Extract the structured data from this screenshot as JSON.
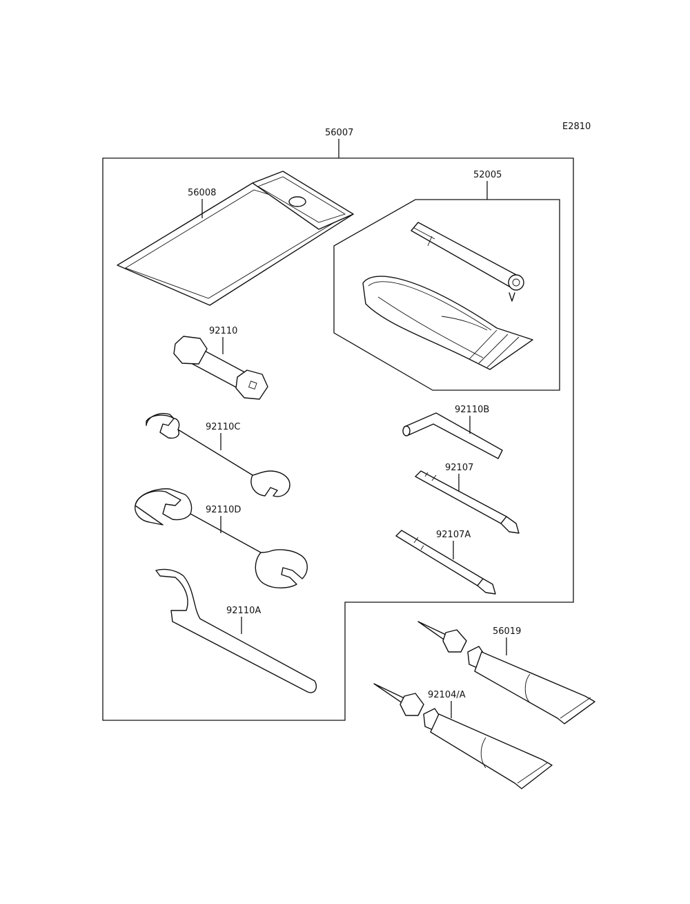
{
  "figure_code": "E2810",
  "labels": {
    "kit": "56007",
    "pouch": "56008",
    "repair_kit": "52005",
    "plug_wrench": "92110",
    "wrench_c": "92110C",
    "wrench_d": "92110D",
    "hook_wrench": "92110A",
    "hex_key": "92110B",
    "screwdriver": "92107",
    "screwdriver_a": "92107A",
    "tube_1": "56019",
    "tube_2": "92104/A"
  }
}
